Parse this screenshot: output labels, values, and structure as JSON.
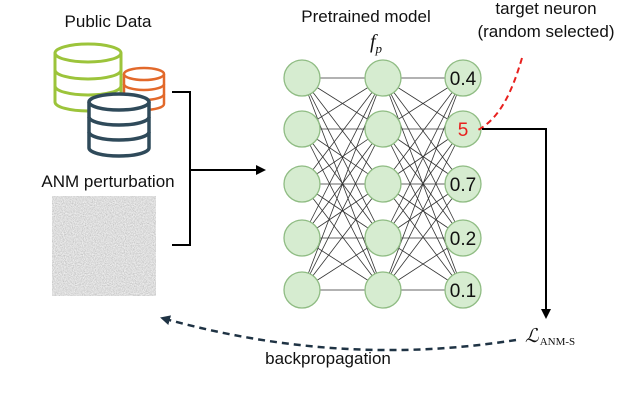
{
  "labels": {
    "public_data": "Public Data",
    "pretrained_model": "Pretrained model",
    "model_symbol": "f",
    "model_symbol_sub": "p",
    "target_neuron_line1": "target neuron",
    "target_neuron_line2": "(random selected)",
    "anm_perturbation": "ANM perturbation",
    "loss_symbol": "ℒ",
    "loss_sub": "ANM-S",
    "backpropagation": "backpropagation"
  },
  "network": {
    "layers": [
      5,
      5,
      5
    ],
    "output_values": [
      "0.4",
      "5",
      "0.7",
      "0.2",
      "0.1"
    ],
    "target_index": 1
  },
  "colors": {
    "node_fill": "#d6ecd0",
    "node_stroke": "#8fbc83",
    "db_green": "#9cc43b",
    "db_orange": "#e2692b",
    "db_navy": "#2f4a5a",
    "target_red": "#e8201e",
    "edge": "#333333"
  }
}
